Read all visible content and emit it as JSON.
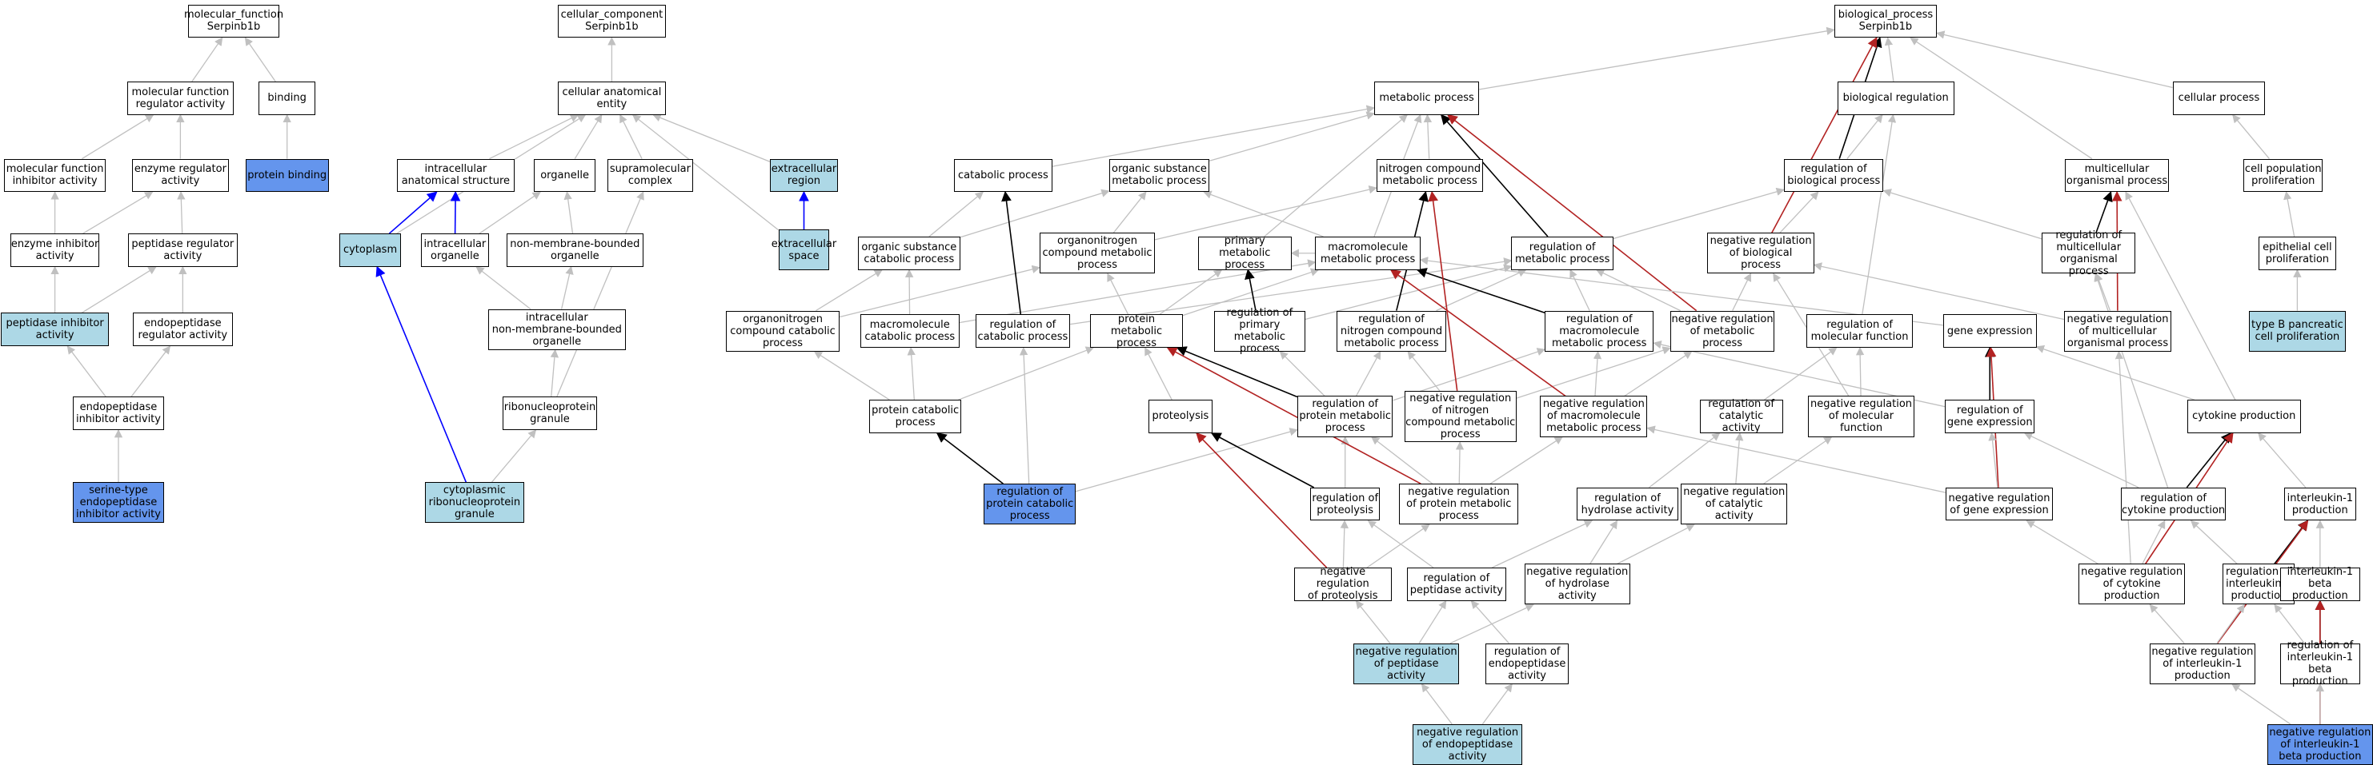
{
  "colors": {
    "light": "#add8e6",
    "blue": "#6495ed",
    "edge_gray": "#c0c0c0",
    "edge_black": "#000000",
    "edge_red": "#b22222",
    "edge_blue": "#0000ff"
  },
  "nodes": {
    "mf_root": {
      "label": "molecular_function\nSerpinb1b",
      "fill": "white"
    },
    "mf_reg": {
      "label": "molecular function\nregulator activity",
      "fill": "white"
    },
    "binding": {
      "label": "binding",
      "fill": "white"
    },
    "mf_inhib": {
      "label": "molecular function\ninhibitor activity",
      "fill": "white"
    },
    "enz_reg": {
      "label": "enzyme regulator\nactivity",
      "fill": "white"
    },
    "prot_binding": {
      "label": "protein binding",
      "fill": "blue"
    },
    "enz_inhib": {
      "label": "enzyme inhibitor\nactivity",
      "fill": "white"
    },
    "pep_reg": {
      "label": "peptidase regulator\nactivity",
      "fill": "white"
    },
    "pep_inhib": {
      "label": "peptidase inhibitor\nactivity",
      "fill": "light"
    },
    "endopep_reg": {
      "label": "endopeptidase\nregulator activity",
      "fill": "white"
    },
    "endopep_inhib": {
      "label": "endopeptidase\ninhibitor activity",
      "fill": "white"
    },
    "serine": {
      "label": "serine-type\nendopeptidase\ninhibitor activity",
      "fill": "blue"
    },
    "cc_root": {
      "label": "cellular_component\nSerpinb1b",
      "fill": "white"
    },
    "cell_anat": {
      "label": "cellular anatomical\nentity",
      "fill": "white"
    },
    "intra_anat": {
      "label": "intracellular\nanatomical structure",
      "fill": "white"
    },
    "organelle": {
      "label": "organelle",
      "fill": "white"
    },
    "supramol": {
      "label": "supramolecular\ncomplex",
      "fill": "white"
    },
    "extra_region": {
      "label": "extracellular\nregion",
      "fill": "light"
    },
    "cytoplasm": {
      "label": "cytoplasm",
      "fill": "light"
    },
    "intra_org": {
      "label": "intracellular\norganelle",
      "fill": "white"
    },
    "nonmem_org": {
      "label": "non-membrane-bounded\norganelle",
      "fill": "white"
    },
    "extra_space": {
      "label": "extracellular\nspace",
      "fill": "light"
    },
    "intra_nonmem": {
      "label": "intracellular\nnon-membrane-bounded\norganelle",
      "fill": "white"
    },
    "rnp_granule": {
      "label": "ribonucleoprotein\ngranule",
      "fill": "white"
    },
    "cyto_rnp": {
      "label": "cytoplasmic\nribonucleoprotein\ngranule",
      "fill": "light"
    },
    "bp_root": {
      "label": "biological_process\nSerpinb1b",
      "fill": "white"
    },
    "metabolic": {
      "label": "metabolic process",
      "fill": "white"
    },
    "bio_reg": {
      "label": "biological regulation",
      "fill": "white"
    },
    "cell_proc": {
      "label": "cellular process",
      "fill": "white"
    },
    "catabolic": {
      "label": "catabolic process",
      "fill": "white"
    },
    "org_sub": {
      "label": "organic substance\nmetabolic process",
      "fill": "white"
    },
    "nitrogen": {
      "label": "nitrogen compound\nmetabolic process",
      "fill": "white"
    },
    "reg_bio": {
      "label": "regulation of\nbiological process",
      "fill": "white"
    },
    "multicell": {
      "label": "multicellular\norganismal process",
      "fill": "white"
    },
    "cell_pop": {
      "label": "cell population\nproliferation",
      "fill": "white"
    },
    "org_sub_cat": {
      "label": "organic substance\ncatabolic process",
      "fill": "white"
    },
    "orgnit_met": {
      "label": "organonitrogen\ncompound metabolic\nprocess",
      "fill": "white"
    },
    "primary": {
      "label": "primary metabolic\nprocess",
      "fill": "white"
    },
    "macro_met": {
      "label": "macromolecule\nmetabolic process",
      "fill": "white"
    },
    "reg_met": {
      "label": "regulation of\nmetabolic process",
      "fill": "white"
    },
    "neg_reg_bio": {
      "label": "negative regulation\nof biological\nprocess",
      "fill": "white"
    },
    "reg_multi": {
      "label": "regulation of\nmulticellular\norganismal process",
      "fill": "white"
    },
    "epith": {
      "label": "epithelial cell\nproliferation",
      "fill": "white"
    },
    "orgnit_cat": {
      "label": "organonitrogen\ncompound catabolic\nprocess",
      "fill": "white"
    },
    "macro_cat": {
      "label": "macromolecule\ncatabolic process",
      "fill": "white"
    },
    "reg_cat": {
      "label": "regulation of\ncatabolic process",
      "fill": "white"
    },
    "prot_met": {
      "label": "protein metabolic\nprocess",
      "fill": "white"
    },
    "reg_prim": {
      "label": "regulation of\nprimary metabolic\nprocess",
      "fill": "white"
    },
    "reg_nit": {
      "label": "regulation of\nnitrogen compound\nmetabolic process",
      "fill": "white"
    },
    "reg_macro": {
      "label": "regulation of\nmacromolecule\nmetabolic process",
      "fill": "white"
    },
    "neg_reg_met": {
      "label": "negative regulation\nof metabolic\nprocess",
      "fill": "white"
    },
    "reg_molf": {
      "label": "regulation of\nmolecular function",
      "fill": "white"
    },
    "gene_expr": {
      "label": "gene expression",
      "fill": "white"
    },
    "neg_reg_multi": {
      "label": "negative regulation\nof multicellular\norganismal process",
      "fill": "white"
    },
    "typeb": {
      "label": "type B pancreatic\ncell proliferation",
      "fill": "light"
    },
    "prot_cat": {
      "label": "protein catabolic\nprocess",
      "fill": "white"
    },
    "proteolysis": {
      "label": "proteolysis",
      "fill": "white"
    },
    "reg_prot_met": {
      "label": "regulation of\nprotein metabolic\nprocess",
      "fill": "white"
    },
    "neg_reg_nit": {
      "label": "negative regulation\nof nitrogen\ncompound metabolic\nprocess",
      "fill": "white"
    },
    "neg_reg_macro": {
      "label": "negative regulation\nof macromolecule\nmetabolic process",
      "fill": "white"
    },
    "reg_catal": {
      "label": "regulation of\ncatalytic activity",
      "fill": "white"
    },
    "neg_reg_molf": {
      "label": "negative regulation\nof molecular\nfunction",
      "fill": "white"
    },
    "reg_gene": {
      "label": "regulation of\ngene expression",
      "fill": "white"
    },
    "cytokine": {
      "label": "cytokine production",
      "fill": "white"
    },
    "reg_prot_cat": {
      "label": "regulation of\nprotein catabolic\nprocess",
      "fill": "blue"
    },
    "reg_proteol": {
      "label": "regulation of\nproteolysis",
      "fill": "white"
    },
    "neg_reg_prot_met": {
      "label": "negative regulation\nof protein metabolic\nprocess",
      "fill": "white"
    },
    "reg_hydro": {
      "label": "regulation of\nhydrolase activity",
      "fill": "white"
    },
    "neg_reg_catal": {
      "label": "negative regulation\nof catalytic\nactivity",
      "fill": "white"
    },
    "neg_reg_gene": {
      "label": "negative regulation\nof gene expression",
      "fill": "white"
    },
    "reg_cytok": {
      "label": "regulation of\ncytokine production",
      "fill": "white"
    },
    "il1": {
      "label": "interleukin-1\nproduction",
      "fill": "white"
    },
    "neg_reg_proteol": {
      "label": "negative regulation\nof proteolysis",
      "fill": "white"
    },
    "reg_pep": {
      "label": "regulation of\npeptidase activity",
      "fill": "white"
    },
    "neg_reg_hydro": {
      "label": "negative regulation\nof hydrolase\nactivity",
      "fill": "white"
    },
    "neg_reg_cytok": {
      "label": "negative regulation\nof cytokine\nproduction",
      "fill": "white"
    },
    "reg_il1": {
      "label": "regulation of\ninterleukin-1\nproduction",
      "fill": "white"
    },
    "il1b": {
      "label": "interleukin-1\nbeta production",
      "fill": "white"
    },
    "neg_reg_pep": {
      "label": "negative regulation\nof peptidase\nactivity",
      "fill": "light"
    },
    "reg_endopep": {
      "label": "regulation of\nendopeptidase\nactivity",
      "fill": "white"
    },
    "neg_reg_il1": {
      "label": "negative regulation\nof interleukin-1\nproduction",
      "fill": "white"
    },
    "reg_il1b": {
      "label": "regulation of\ninterleukin-1\nbeta production",
      "fill": "white"
    },
    "neg_reg_endopep": {
      "label": "negative regulation\nof endopeptidase\nactivity",
      "fill": "light"
    },
    "neg_reg_il1b": {
      "label": "negative regulation\nof interleukin-1\nbeta production",
      "fill": "blue"
    }
  },
  "edges": [
    [
      "mf_reg",
      "mf_root",
      "gray"
    ],
    [
      "binding",
      "mf_root",
      "gray"
    ],
    [
      "mf_inhib",
      "mf_reg",
      "gray"
    ],
    [
      "enz_reg",
      "mf_reg",
      "gray"
    ],
    [
      "prot_binding",
      "binding",
      "gray"
    ],
    [
      "enz_inhib",
      "mf_inhib",
      "gray"
    ],
    [
      "enz_inhib",
      "enz_reg",
      "gray"
    ],
    [
      "pep_reg",
      "enz_reg",
      "gray"
    ],
    [
      "pep_inhib",
      "enz_inhib",
      "gray"
    ],
    [
      "pep_inhib",
      "pep_reg",
      "gray"
    ],
    [
      "endopep_reg",
      "pep_reg",
      "gray"
    ],
    [
      "endopep_inhib",
      "pep_inhib",
      "gray"
    ],
    [
      "endopep_inhib",
      "endopep_reg",
      "gray"
    ],
    [
      "serine",
      "endopep_inhib",
      "gray"
    ],
    [
      "cell_anat",
      "cc_root",
      "gray"
    ],
    [
      "intra_anat",
      "cell_anat",
      "gray"
    ],
    [
      "organelle",
      "cell_anat",
      "gray"
    ],
    [
      "supramol",
      "cell_anat",
      "gray"
    ],
    [
      "extra_region",
      "cell_anat",
      "gray"
    ],
    [
      "cytoplasm",
      "cell_anat",
      "gray"
    ],
    [
      "extra_space",
      "cell_anat",
      "gray"
    ],
    [
      "cytoplasm",
      "intra_anat",
      "blue"
    ],
    [
      "intra_org",
      "intra_anat",
      "blue"
    ],
    [
      "intra_org",
      "organelle",
      "gray"
    ],
    [
      "nonmem_org",
      "organelle",
      "gray"
    ],
    [
      "extra_space",
      "extra_region",
      "blue"
    ],
    [
      "intra_nonmem",
      "intra_org",
      "gray"
    ],
    [
      "intra_nonmem",
      "nonmem_org",
      "gray"
    ],
    [
      "rnp_granule",
      "intra_nonmem",
      "gray"
    ],
    [
      "rnp_granule",
      "supramol",
      "gray"
    ],
    [
      "cyto_rnp",
      "rnp_granule",
      "gray"
    ],
    [
      "cyto_rnp",
      "cytoplasm",
      "blue"
    ],
    [
      "metabolic",
      "bp_root",
      "gray"
    ],
    [
      "bio_reg",
      "bp_root",
      "gray"
    ],
    [
      "cell_proc",
      "bp_root",
      "gray"
    ],
    [
      "multicell",
      "bp_root",
      "gray"
    ],
    [
      "catabolic",
      "metabolic",
      "gray"
    ],
    [
      "org_sub",
      "metabolic",
      "gray"
    ],
    [
      "nitrogen",
      "metabolic",
      "gray"
    ],
    [
      "primary",
      "metabolic",
      "gray"
    ],
    [
      "macro_met",
      "metabolic",
      "gray"
    ],
    [
      "reg_bio",
      "bp_root",
      "black"
    ],
    [
      "reg_bio",
      "bio_reg",
      "gray"
    ],
    [
      "neg_reg_bio",
      "bp_root",
      "red"
    ],
    [
      "neg_reg_bio",
      "reg_bio",
      "gray"
    ],
    [
      "reg_met",
      "metabolic",
      "black"
    ],
    [
      "reg_met",
      "reg_bio",
      "gray"
    ],
    [
      "neg_reg_met",
      "metabolic",
      "red"
    ],
    [
      "neg_reg_met",
      "reg_met",
      "gray"
    ],
    [
      "neg_reg_met",
      "neg_reg_bio",
      "gray"
    ],
    [
      "reg_multi",
      "multicell",
      "black"
    ],
    [
      "reg_multi",
      "reg_bio",
      "gray"
    ],
    [
      "neg_reg_multi",
      "multicell",
      "red"
    ],
    [
      "neg_reg_multi",
      "reg_multi",
      "gray"
    ],
    [
      "neg_reg_multi",
      "neg_reg_bio",
      "gray"
    ],
    [
      "cell_pop",
      "cell_proc",
      "gray"
    ],
    [
      "epith",
      "cell_pop",
      "gray"
    ],
    [
      "typeb",
      "epith",
      "gray"
    ],
    [
      "org_sub_cat",
      "catabolic",
      "gray"
    ],
    [
      "org_sub_cat",
      "org_sub",
      "gray"
    ],
    [
      "orgnit_met",
      "org_sub",
      "gray"
    ],
    [
      "orgnit_met",
      "nitrogen",
      "gray"
    ],
    [
      "macro_met",
      "org_sub",
      "gray"
    ],
    [
      "macro_met",
      "primary",
      "gray"
    ],
    [
      "orgnit_cat",
      "org_sub_cat",
      "gray"
    ],
    [
      "orgnit_cat",
      "orgnit_met",
      "gray"
    ],
    [
      "macro_cat",
      "org_sub_cat",
      "gray"
    ],
    [
      "macro_cat",
      "macro_met",
      "gray"
    ],
    [
      "reg_cat",
      "catabolic",
      "black"
    ],
    [
      "reg_cat",
      "reg_met",
      "gray"
    ],
    [
      "prot_met",
      "orgnit_met",
      "gray"
    ],
    [
      "prot_met",
      "primary",
      "gray"
    ],
    [
      "prot_met",
      "macro_met",
      "gray"
    ],
    [
      "reg_prim",
      "primary",
      "black"
    ],
    [
      "reg_prim",
      "reg_met",
      "gray"
    ],
    [
      "reg_nit",
      "nitrogen",
      "black"
    ],
    [
      "reg_nit",
      "reg_met",
      "gray"
    ],
    [
      "reg_macro",
      "macro_met",
      "black"
    ],
    [
      "reg_macro",
      "reg_met",
      "gray"
    ],
    [
      "gene_expr",
      "macro_met",
      "gray"
    ],
    [
      "reg_molf",
      "bio_reg",
      "gray"
    ],
    [
      "prot_cat",
      "orgnit_cat",
      "gray"
    ],
    [
      "prot_cat",
      "macro_cat",
      "gray"
    ],
    [
      "prot_cat",
      "prot_met",
      "gray"
    ],
    [
      "proteolysis",
      "prot_met",
      "gray"
    ],
    [
      "reg_prot_met",
      "prot_met",
      "black"
    ],
    [
      "reg_prot_met",
      "reg_prim",
      "gray"
    ],
    [
      "reg_prot_met",
      "reg_nit",
      "gray"
    ],
    [
      "reg_prot_met",
      "reg_macro",
      "gray"
    ],
    [
      "neg_reg_nit",
      "nitrogen",
      "red"
    ],
    [
      "neg_reg_nit",
      "reg_nit",
      "gray"
    ],
    [
      "neg_reg_nit",
      "neg_reg_met",
      "gray"
    ],
    [
      "neg_reg_macro",
      "macro_met",
      "red"
    ],
    [
      "neg_reg_macro",
      "reg_macro",
      "gray"
    ],
    [
      "neg_reg_macro",
      "neg_reg_met",
      "gray"
    ],
    [
      "reg_catal",
      "reg_molf",
      "gray"
    ],
    [
      "neg_reg_molf",
      "reg_molf",
      "gray"
    ],
    [
      "neg_reg_molf",
      "neg_reg_bio",
      "gray"
    ],
    [
      "reg_gene",
      "gene_expr",
      "black"
    ],
    [
      "reg_gene",
      "reg_macro",
      "gray"
    ],
    [
      "cytokine",
      "multicell",
      "gray"
    ],
    [
      "cytokine",
      "gene_expr",
      "gray"
    ],
    [
      "reg_prot_cat",
      "prot_cat",
      "black"
    ],
    [
      "reg_prot_cat",
      "reg_cat",
      "gray"
    ],
    [
      "reg_prot_cat",
      "reg_prot_met",
      "gray"
    ],
    [
      "reg_proteol",
      "proteolysis",
      "black"
    ],
    [
      "reg_proteol",
      "reg_prot_met",
      "gray"
    ],
    [
      "neg_reg_prot_met",
      "prot_met",
      "red"
    ],
    [
      "neg_reg_prot_met",
      "reg_prot_met",
      "gray"
    ],
    [
      "neg_reg_prot_met",
      "neg_reg_nit",
      "gray"
    ],
    [
      "neg_reg_prot_met",
      "neg_reg_macro",
      "gray"
    ],
    [
      "reg_hydro",
      "reg_catal",
      "gray"
    ],
    [
      "neg_reg_catal",
      "reg_catal",
      "gray"
    ],
    [
      "neg_reg_catal",
      "neg_reg_molf",
      "gray"
    ],
    [
      "neg_reg_gene",
      "gene_expr",
      "red"
    ],
    [
      "neg_reg_gene",
      "reg_gene",
      "gray"
    ],
    [
      "neg_reg_gene",
      "neg_reg_macro",
      "gray"
    ],
    [
      "reg_cytok",
      "cytokine",
      "black"
    ],
    [
      "reg_cytok",
      "reg_gene",
      "gray"
    ],
    [
      "reg_cytok",
      "reg_multi",
      "gray"
    ],
    [
      "il1",
      "cytokine",
      "gray"
    ],
    [
      "neg_reg_proteol",
      "proteolysis",
      "red"
    ],
    [
      "neg_reg_proteol",
      "reg_proteol",
      "gray"
    ],
    [
      "neg_reg_proteol",
      "neg_reg_prot_met",
      "gray"
    ],
    [
      "reg_pep",
      "reg_proteol",
      "gray"
    ],
    [
      "reg_pep",
      "reg_hydro",
      "gray"
    ],
    [
      "neg_reg_hydro",
      "reg_hydro",
      "gray"
    ],
    [
      "neg_reg_hydro",
      "neg_reg_catal",
      "gray"
    ],
    [
      "neg_reg_cytok",
      "cytokine",
      "red"
    ],
    [
      "neg_reg_cytok",
      "reg_cytok",
      "gray"
    ],
    [
      "neg_reg_cytok",
      "neg_reg_gene",
      "gray"
    ],
    [
      "neg_reg_cytok",
      "neg_reg_multi",
      "gray"
    ],
    [
      "reg_il1",
      "il1",
      "black"
    ],
    [
      "reg_il1",
      "reg_cytok",
      "gray"
    ],
    [
      "il1b",
      "il1",
      "gray"
    ],
    [
      "neg_reg_pep",
      "neg_reg_proteol",
      "gray"
    ],
    [
      "neg_reg_pep",
      "reg_pep",
      "gray"
    ],
    [
      "neg_reg_pep",
      "neg_reg_hydro",
      "gray"
    ],
    [
      "reg_endopep",
      "reg_pep",
      "gray"
    ],
    [
      "neg_reg_il1",
      "il1",
      "red"
    ],
    [
      "neg_reg_il1",
      "reg_il1",
      "gray"
    ],
    [
      "neg_reg_il1",
      "neg_reg_cytok",
      "gray"
    ],
    [
      "reg_il1b",
      "il1b",
      "black"
    ],
    [
      "reg_il1b",
      "reg_il1",
      "gray"
    ],
    [
      "neg_reg_endopep",
      "neg_reg_pep",
      "gray"
    ],
    [
      "neg_reg_endopep",
      "reg_endopep",
      "gray"
    ],
    [
      "neg_reg_il1b",
      "il1b",
      "red"
    ],
    [
      "neg_reg_il1b",
      "reg_il1b",
      "gray"
    ],
    [
      "neg_reg_il1b",
      "neg_reg_il1",
      "gray"
    ]
  ]
}
